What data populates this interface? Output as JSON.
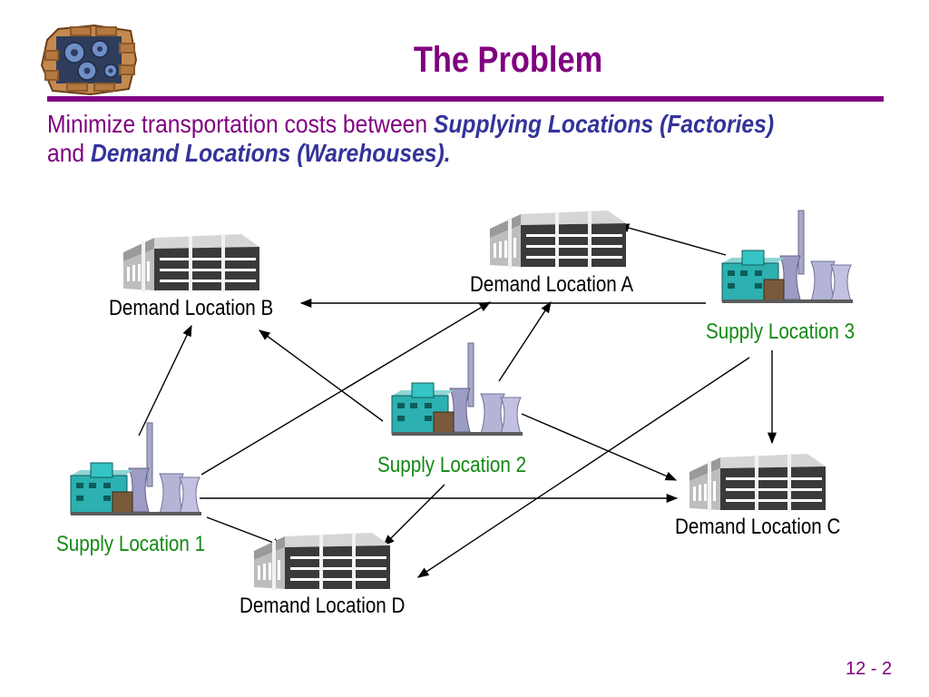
{
  "slide": {
    "title": "The Problem",
    "subtitle": {
      "line1_prefix": "Minimize transportation costs between ",
      "supply_term": "Supplying Locations (Factories)",
      "line2_prefix": "and ",
      "demand_term": "Demand Locations (Warehouses)."
    },
    "page_number": "12 - 2"
  },
  "nodes": {
    "demand_a": "Demand Location A",
    "demand_b": "Demand Location B",
    "demand_c": "Demand Location C",
    "demand_d": "Demand Location D",
    "supply_1": "Supply Location 1",
    "supply_2": "Supply Location 2",
    "supply_3": "Supply Location 3"
  },
  "routes": [
    {
      "from": "supply_1",
      "to": "demand_b"
    },
    {
      "from": "supply_1",
      "to": "demand_a"
    },
    {
      "from": "supply_1",
      "to": "demand_c"
    },
    {
      "from": "supply_1",
      "to": "demand_d"
    },
    {
      "from": "supply_2",
      "to": "demand_b"
    },
    {
      "from": "supply_2",
      "to": "demand_a"
    },
    {
      "from": "supply_2",
      "to": "demand_c"
    },
    {
      "from": "supply_2",
      "to": "demand_d"
    },
    {
      "from": "supply_3",
      "to": "demand_a"
    },
    {
      "from": "supply_3",
      "to": "demand_b"
    },
    {
      "from": "supply_3",
      "to": "demand_c"
    },
    {
      "from": "supply_3",
      "to": "demand_d"
    }
  ],
  "colors": {
    "title": "#800080",
    "emphasis": "#33339a",
    "supply_label": "#148a14",
    "demand_label": "#000000"
  },
  "icons": {
    "logo": "gears-in-brick-wall-icon",
    "demand": "warehouse-icon",
    "supply": "factory-icon"
  }
}
